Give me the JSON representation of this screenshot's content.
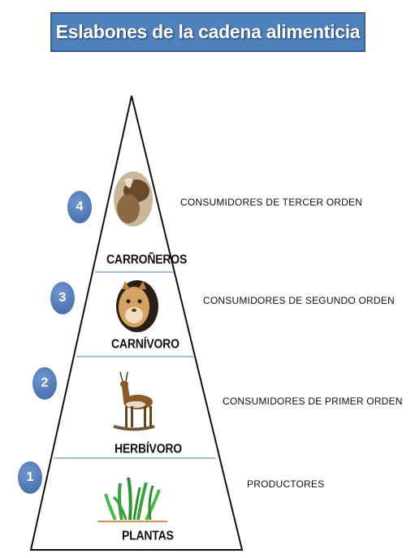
{
  "title": "Eslabones de la cadena alimenticia",
  "levels": [
    {
      "number": "4",
      "name": "CARROÑEROS",
      "description": "CONSUMIDORES  DE TERCER ORDEN",
      "image": "vulture-image"
    },
    {
      "number": "3",
      "name": "CARNÍVORO",
      "description": "CONSUMIDORES  DE SEGUNDO  ORDEN",
      "image": "puma-image"
    },
    {
      "number": "2",
      "name": "HERBÍVORO",
      "description": "CONSUMIDORES  DE PRIMER ORDEN",
      "image": "deer-image"
    },
    {
      "number": "1",
      "name": "PLANTAS",
      "description": "PRODUCTORES",
      "image": "plant-image"
    }
  ],
  "colors": {
    "title_bg": "#4f81bd",
    "circle": "#4a74b3",
    "divider": "#7fa6d1"
  }
}
